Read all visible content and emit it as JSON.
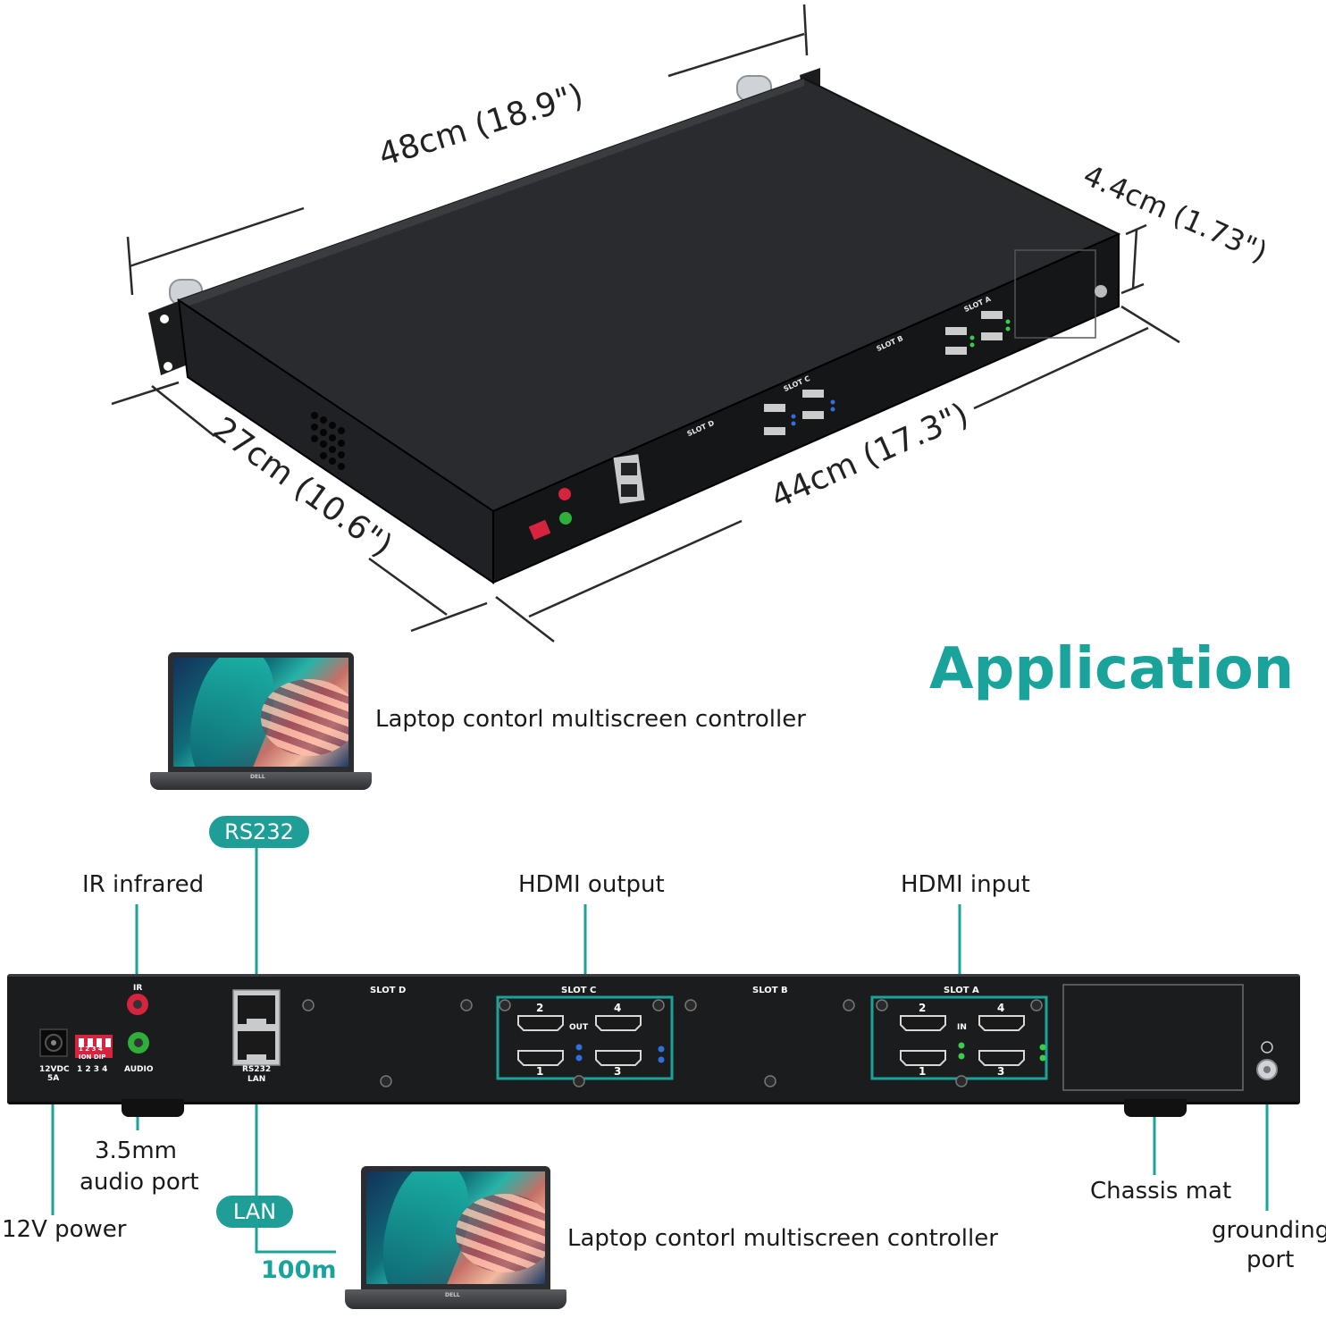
{
  "dimensions": {
    "length": "48cm (18.9\")",
    "depth": "27cm (10.6\")",
    "width": "44cm (17.3\")",
    "height": "4.4cm (1.73\")"
  },
  "section_title": "Application",
  "top_laptop_caption": "Laptop contorl multiscreen controller",
  "bottom_laptop_caption": "Laptop contorl multiscreen controller",
  "badges": {
    "rs232": "RS232",
    "lan": "LAN"
  },
  "distance": "100m",
  "callouts": {
    "ir": "IR infrared",
    "hdmi_output": "HDMI output",
    "hdmi_input": "HDMI input",
    "audio_line1": "3.5mm",
    "audio_line2": "audio port",
    "power": "12V power",
    "chassis_mat": "Chassis mat",
    "grounding_line1": "grounding",
    "grounding_line2": "port"
  },
  "panel": {
    "slot_d": "SLOT D",
    "slot_c": "SLOT C",
    "slot_b": "SLOT B",
    "slot_a": "SLOT A",
    "out": "OUT",
    "in": "IN",
    "ir": "IR",
    "audio": "AUDIO",
    "rs232": "RS232",
    "lan": "LAN",
    "power_line1": "12VDC",
    "power_line2": "5A",
    "dip_top": "1 2 3 4",
    "dip_mid": "ION DIP",
    "dip_bottom": "1 2 3 4",
    "port_numbers": [
      "2",
      "4",
      "1",
      "3"
    ]
  },
  "laptop_brand": "DELL",
  "colors": {
    "accent": "#1aa39a",
    "badge": "#1e9e96",
    "chassis": "#1b1c1e",
    "ir_port": "#d6243f",
    "audio_port": "#2fae3a",
    "led_blue": "#2f6fe0",
    "led_green": "#3ccc4a"
  }
}
